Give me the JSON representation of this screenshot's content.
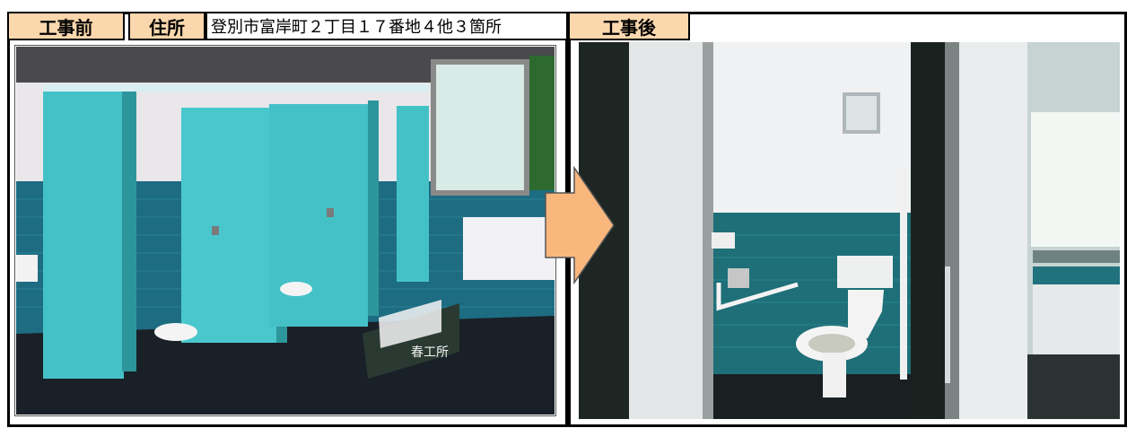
{
  "header": {
    "before_label": "工事前",
    "address_label": "住所",
    "address_value": "登別市富岸町２丁目１７番地４他３箇所",
    "after_label": "工事後"
  },
  "sign_text": "春工所",
  "colors": {
    "header_fill": "#fbd7ad",
    "arrow_fill": "#f9b77e",
    "border": "#000000"
  }
}
